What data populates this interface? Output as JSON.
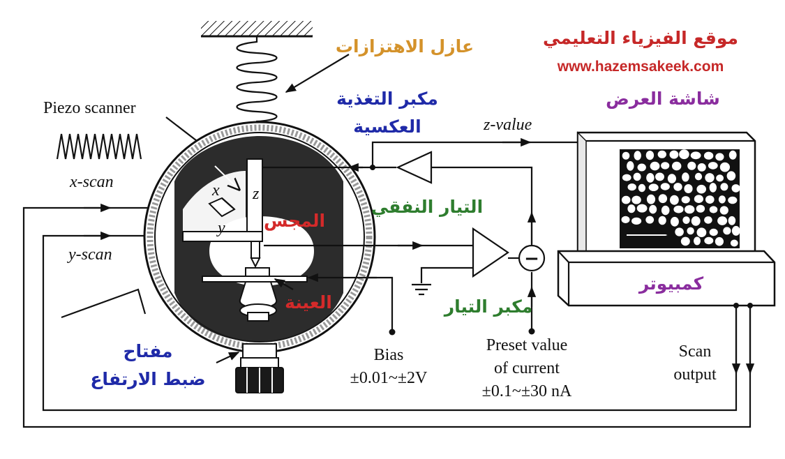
{
  "site": {
    "name_ar": "موقع الفيزياء التعليمي",
    "url": "www.hazemsakeek.com"
  },
  "labels": {
    "vibration_isolator": "عازل الاهتزازات",
    "feedback_amp_line1": "مكبر التغذية",
    "feedback_amp_line2": "العكسية",
    "display_screen": "شاشة العرض",
    "tunneling_current": "التيار النفقي",
    "probe": "المجس",
    "sample": "العينة",
    "current_amp": "مكبر التيار",
    "computer": "كمبيوتر",
    "height_knob_line1": "مفتاح",
    "height_knob_line2": "ضبط الارتفاع"
  },
  "en_labels": {
    "piezo_scanner": "Piezo scanner",
    "x_scan": "x-scan",
    "y_scan": "y-scan",
    "z_value": "z-value",
    "axis_x": "x",
    "axis_y": "y",
    "axis_z": "z",
    "bias_line1": "Bias",
    "bias_line2": "±0.01~±2V",
    "preset_line1": "Preset value",
    "preset_line2": "of current",
    "preset_line3": "±0.1~±30 nA",
    "scan_output_line1": "Scan",
    "scan_output_line2": "output",
    "subtract_symbol": "−"
  },
  "colors": {
    "orange_label": "#d4922a",
    "red_label": "#d42a2a",
    "blue_label": "#1f2aa8",
    "purple_label": "#8a2d9e",
    "green_label": "#2e7d2e",
    "url_red": "#c62828"
  }
}
